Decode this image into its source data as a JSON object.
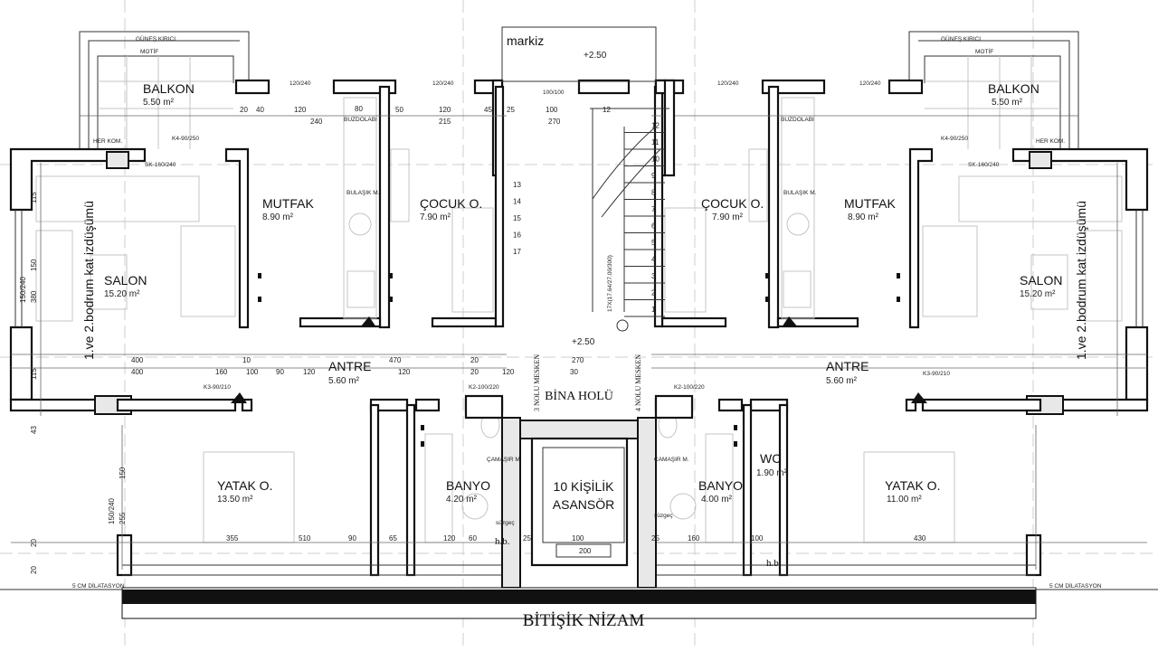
{
  "plan": {
    "footer_title": "BİTİŞİK NİZAM",
    "dilatation_left": "5 CM DİLATASYON",
    "dilatation_right": "5 CM DİLATASYON",
    "markiz": "markiz",
    "level_top": "+2.50",
    "level_hall": "+2.50",
    "building_hall": "BİNA HOLÜ",
    "unit_3": "3 NOLU MESKEN",
    "unit_4": "4 NOLU MESKEN",
    "elevator_line1": "10 KİŞİLİK",
    "elevator_line2": "ASANSÖR",
    "stair_formula": "17X(17.64/27.00/300)",
    "stair_numbers": [
      "1",
      "2",
      "3",
      "4",
      "5",
      "6",
      "7",
      "8",
      "9",
      "10",
      "11",
      "12",
      "13",
      "14",
      "15",
      "16",
      "17"
    ]
  },
  "left_unit": {
    "basement_projection": "1.ve 2.bodrum kat izdüşümü",
    "rooms": [
      {
        "name": "BALKON",
        "area": "5.50 m²"
      },
      {
        "name": "MUTFAK",
        "area": "8.90 m²"
      },
      {
        "name": "ÇOCUK O.",
        "area": "7.90 m²"
      },
      {
        "name": "SALON",
        "area": "15.20 m²"
      },
      {
        "name": "ANTRE",
        "area": "5.60 m²"
      },
      {
        "name": "YATAK O.",
        "area": "13.50 m²"
      },
      {
        "name": "BANYO",
        "area": "4.20 m²"
      }
    ]
  },
  "right_unit": {
    "basement_projection": "1.ve 2.bodrum kat izdüşümü",
    "rooms": [
      {
        "name": "BALKON",
        "area": "5.50 m²"
      },
      {
        "name": "MUTFAK",
        "area": "8.90 m²"
      },
      {
        "name": "ÇOCUK O.",
        "area": "7.90 m²"
      },
      {
        "name": "SALON",
        "area": "15.20 m²"
      },
      {
        "name": "ANTRE",
        "area": "5.60 m²"
      },
      {
        "name": "YATAK O.",
        "area": "11.00 m²"
      },
      {
        "name": "BANYO",
        "area": "4.00 m²"
      },
      {
        "name": "WC",
        "area": "1.90 m²"
      }
    ]
  },
  "annotations": {
    "sun_breaker": "GÜNEŞ KIRICI",
    "motif": "MOTİF",
    "fridge": "BUZDOLABI",
    "dishwasher": "BULAŞIK M.",
    "washing_machine": "ÇAMAŞIR M.",
    "drain": "süzgeç",
    "hb": "h.b.",
    "her_kom": "HER KOM.",
    "window_sk": "SK-160/240",
    "window_k4": "K4-90/250",
    "door_k3": "K3-90/210",
    "door_k2": "K2-100/220",
    "window_120": "120/240",
    "window_100": "100/100"
  },
  "dimensions": {
    "top_row": [
      "20",
      "40",
      "120",
      "240",
      "80",
      "50",
      "120",
      "215",
      "45",
      "25",
      "100",
      "270",
      "12"
    ],
    "mid_row_upper": [
      "400",
      "10",
      "470",
      "20",
      "270"
    ],
    "mid_row_lower": [
      "400",
      "100",
      "160",
      "90",
      "120",
      "120",
      "20",
      "120",
      "30"
    ],
    "bottom_row": [
      "355",
      "510",
      "90",
      "65",
      "120",
      "60",
      "25",
      "100",
      "200",
      "25",
      "160",
      "100",
      "430"
    ],
    "vertical_left": [
      "115",
      "150/240",
      "150",
      "380",
      "115",
      "150/240",
      "150",
      "255",
      "20",
      "43",
      "20"
    ]
  }
}
